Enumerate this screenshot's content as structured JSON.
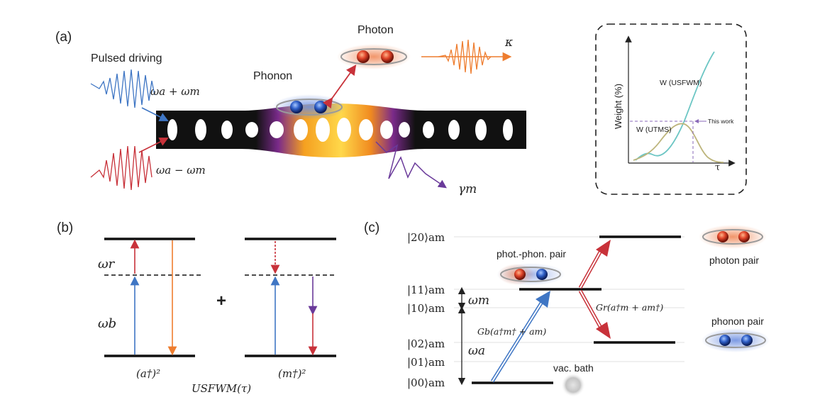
{
  "panel_a": {
    "label": "(a)",
    "pulsed_driving": "Pulsed driving",
    "phonon": "Phonon",
    "photon": "Photon",
    "kappa": "κ",
    "omega_sum": "ωa + ωm",
    "omega_diff": "ωa − ωm",
    "gamma_m": "γm"
  },
  "inset": {
    "ylabel": "Weight (%)",
    "xlabel": "τ",
    "w_sfwm": "W (USFWM)",
    "w_tms": "W (UTMS)",
    "this_work": "This work"
  },
  "panel_b": {
    "label": "(b)",
    "omega_r": "ωr",
    "omega_b": "ωb",
    "plus": "+",
    "op1": "(a†)²",
    "op2": "(m†)²",
    "caption": "USFWM(τ)"
  },
  "panel_c": {
    "label": "(c)",
    "levels": [
      "|20⟩am",
      "|11⟩am",
      "|10⟩am",
      "|02⟩am",
      "|01⟩am",
      "|00⟩am"
    ],
    "omega_m": "ωm",
    "omega_a": "ωa",
    "gr": "Gr(a†m + am†)",
    "gb": "Gb(a†m† + am)",
    "phot_phon_pair": "phot.-phon. pair",
    "photon_pair": "photon pair",
    "phonon_pair": "phonon pair",
    "vac_bath": "vac. bath"
  },
  "colors": {
    "blue": "#3f76c4",
    "red": "#c8323a",
    "orange": "#ee7d2f",
    "purple": "#6a3a9a",
    "teal": "#6cc6c4",
    "olive": "#bdb57c"
  }
}
